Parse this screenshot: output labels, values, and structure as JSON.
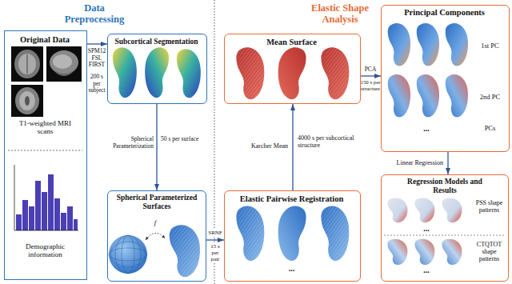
{
  "diagram": {
    "nodes": [
      {
        "text": [
          "Original Data",
          "T1-weighted MRI scans",
          "Demographic information"
        ]
      },
      {
        "text": [
          "Subcortical Segmentation"
        ]
      },
      {
        "text": [
          "Spherical Parameterized Surfaces",
          "f"
        ]
      },
      {
        "text": [
          "Mean Surface"
        ]
      },
      {
        "text": [
          "Elastic Pairwise Registration",
          "..."
        ]
      },
      {
        "text": [
          "Principal Components",
          "1st PC",
          "2nd PC",
          "...",
          "PCs"
        ]
      },
      {
        "text": [
          "Regression Models and Results",
          "PSS shape patterns",
          "...",
          "CTQTOT shape patterns",
          "..."
        ]
      }
    ],
    "edges": [
      {
        "from": 0,
        "to": 1,
        "arrow": "to",
        "label": "SPM12 FSL FIRST"
      },
      {
        "from": 1,
        "to": 2,
        "arrow": "to",
        "label": "Spherical Parameterization"
      },
      {
        "from": 2,
        "to": 4,
        "arrow": "to",
        "label": "SRNF"
      },
      {
        "from": 4,
        "to": 3,
        "arrow": "to",
        "label": "Karcher Mean"
      },
      {
        "from": 3,
        "to": 5,
        "arrow": "to",
        "label": "PCA"
      },
      {
        "from": 5,
        "to": 6,
        "arrow": "to",
        "label": "Linear Regression"
      }
    ],
    "labels": [
      "Data Preprocessing",
      "Elastic Shape Analysis",
      "200 s per subject",
      "50 s per surface",
      "15 s per pair",
      "4000 s per subcortical structure",
      "150 s per structure"
    ]
  }
}
